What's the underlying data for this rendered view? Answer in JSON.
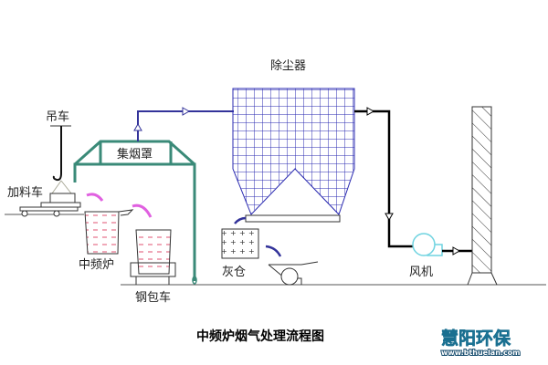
{
  "labels": {
    "crane": "吊车",
    "charging_car": "加料车",
    "smoke_hood": "集烟罩",
    "furnace": "中频炉",
    "ladle_car": "钢包车",
    "dust_collector": "除尘器",
    "ash_bin": "灰仓",
    "fan": "风机"
  },
  "title": "中频炉烟气处理流程图",
  "logo": {
    "name": "慧阳环保",
    "url": "www.bthuelan.com"
  },
  "colors": {
    "hood": "#3a8a78",
    "pipe_in": "#33339a",
    "grid": "#2a2ab0",
    "pipe_out": "#000000",
    "fan": "#6fd3e0",
    "flow_arrow": "#e060e0"
  }
}
